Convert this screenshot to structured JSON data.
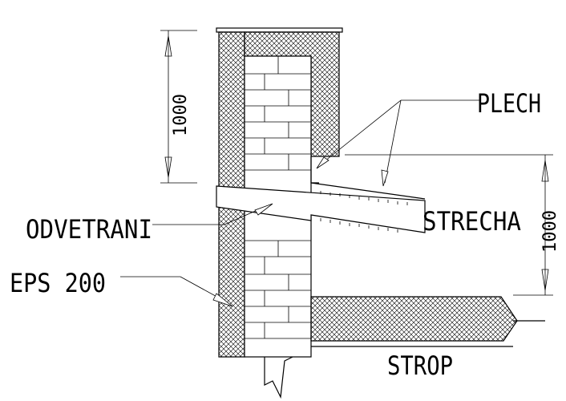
{
  "labels": {
    "plech": "PLECH",
    "strecha": "STRECHA",
    "odvetrani": "ODVETRANI",
    "eps": "EPS 200",
    "strop": "STROP"
  },
  "dimensions": {
    "upper": "1000",
    "right": "1000"
  }
}
